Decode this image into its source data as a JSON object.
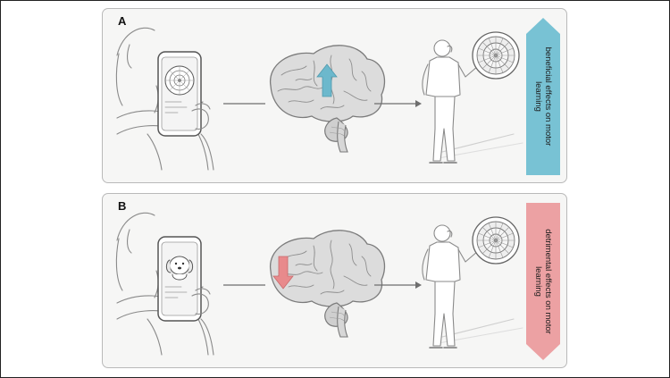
{
  "panels": [
    {
      "label": "A",
      "phone_content": "dartboard",
      "brain_arrow_direction": "up",
      "brain_arrow_color": "#6cb8cc",
      "effect_text": "beneficial effects on motor learning",
      "effect_color": "#78c2d4"
    },
    {
      "label": "B",
      "phone_content": "puppy",
      "brain_arrow_direction": "down",
      "brain_arrow_color": "#e88a8c",
      "effect_text": "detrimental effects on motor learning",
      "effect_color": "#eca1a3"
    }
  ],
  "icons": [
    "person-with-phone-icon",
    "brain-icon",
    "dart-thrower-icon",
    "dartboard-icon",
    "puppy-icon"
  ]
}
